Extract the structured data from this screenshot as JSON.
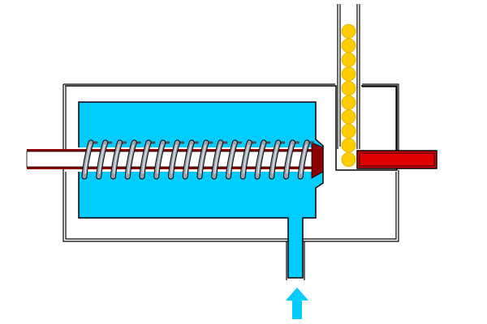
{
  "diagram": {
    "components": [
      {
        "name": "housing",
        "kind": "double-line outer casing"
      },
      {
        "name": "fluid-chamber",
        "kind": "cyan filled chamber"
      },
      {
        "name": "coil-spring",
        "kind": "helical spring around rod",
        "turns": 16
      },
      {
        "name": "piston-rod",
        "kind": "dark red rod through housing"
      },
      {
        "name": "ball-magazine",
        "kind": "vertical feed tube"
      },
      {
        "name": "balls",
        "kind": "yellow balls stacked in tube",
        "count": 10
      },
      {
        "name": "ejector-bar",
        "kind": "red bar on right"
      },
      {
        "name": "inlet-pipe",
        "kind": "fluid inlet at bottom"
      },
      {
        "name": "flow-arrow",
        "kind": "cyan arrow pointing up",
        "icon": "arrow-up-icon"
      }
    ],
    "colors": {
      "fluid": "#00ccff",
      "ball": "#ffcc00",
      "ball_outline": "#e6b800",
      "rod": "#8b0000",
      "ejector": "#e00000",
      "spring": "#9aa3ad",
      "spring_highlight": "#ffffff",
      "spring_shadow": "#4a4f55",
      "outline": "#000000"
    }
  }
}
